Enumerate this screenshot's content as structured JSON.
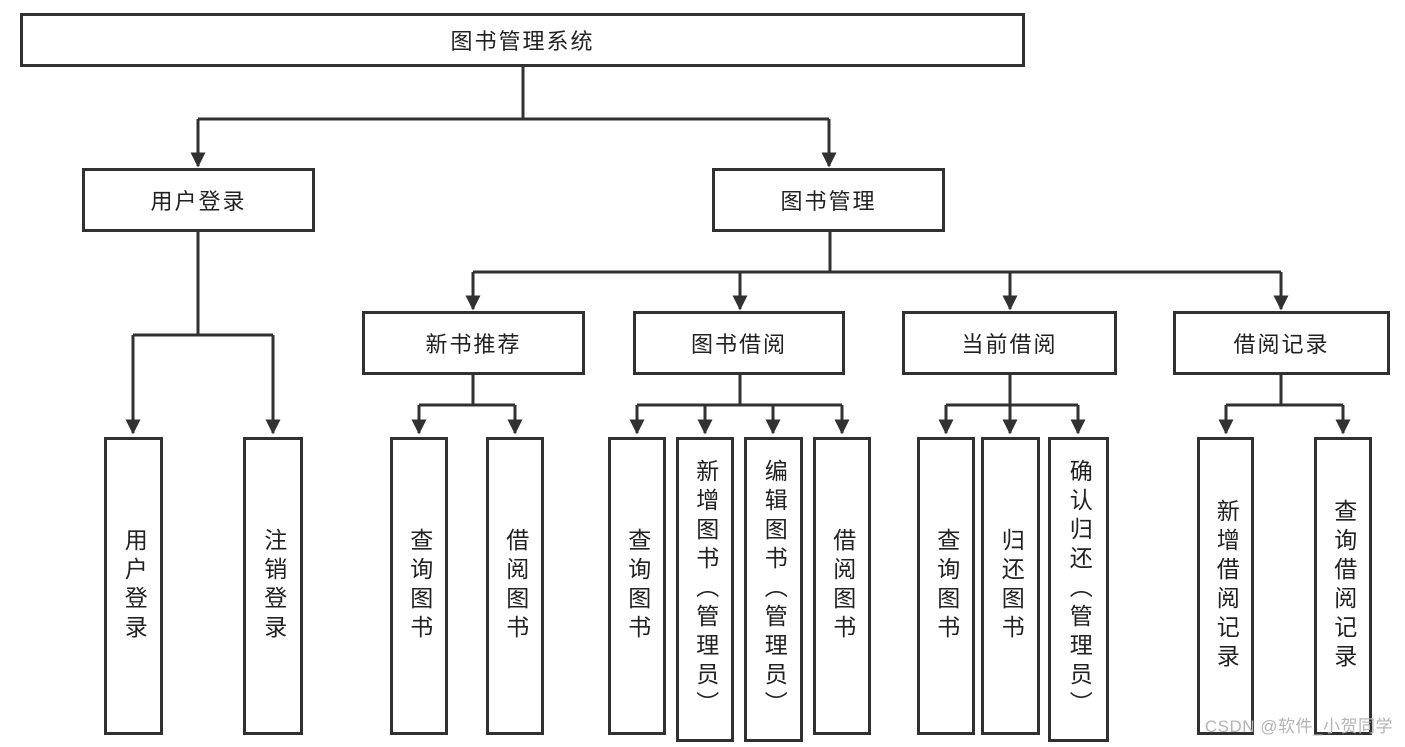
{
  "diagram": {
    "type": "hierarchy-diagram",
    "tree": {
      "label": "图书管理系统",
      "children": [
        {
          "label": "用户登录",
          "children": [
            {
              "label": "用户登录"
            },
            {
              "label": "注销登录"
            }
          ]
        },
        {
          "label": "图书管理",
          "children": [
            {
              "label": "新书推荐",
              "children": [
                {
                  "label": "查询图书"
                },
                {
                  "label": "借阅图书"
                }
              ]
            },
            {
              "label": "图书借阅",
              "children": [
                {
                  "label": "查询图书"
                },
                {
                  "label": "新增图书（管理员）"
                },
                {
                  "label": "编辑图书（管理员）"
                },
                {
                  "label": "借阅图书"
                }
              ]
            },
            {
              "label": "当前借阅",
              "children": [
                {
                  "label": "查询图书"
                },
                {
                  "label": "归还图书"
                },
                {
                  "label": "确认归还（管理员）"
                }
              ]
            },
            {
              "label": "借阅记录",
              "children": [
                {
                  "label": "新增借阅记录"
                },
                {
                  "label": "查询借阅记录"
                }
              ]
            }
          ]
        }
      ]
    },
    "watermark": "CSDN @软件_小贺同学",
    "colors": {
      "line": "#313131",
      "box_border": "#313131",
      "box_fill": "#ffffff",
      "text": "#212121",
      "watermark": "#b4b4b4",
      "background": "#ffffff"
    }
  }
}
